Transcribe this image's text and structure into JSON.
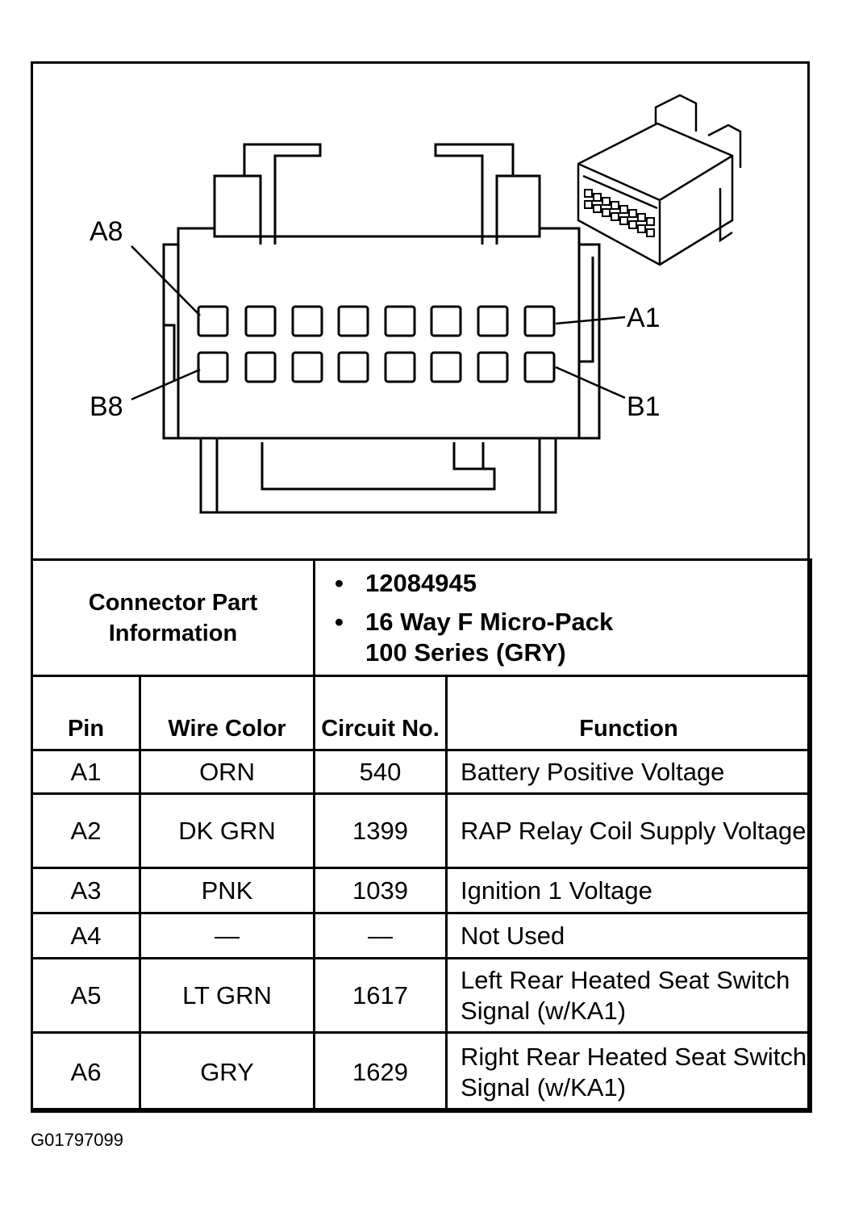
{
  "pin_labels": {
    "a8": "A8",
    "a1": "A1",
    "b8": "B8",
    "b1": "B1"
  },
  "part_info": {
    "label": "Connector Part Information",
    "items": [
      "12084945",
      "16 Way F Micro-Pack 100 Series (GRY)"
    ]
  },
  "table": {
    "headers": {
      "pin": "Pin",
      "wire_color": "Wire Color",
      "circuit_no": "Circuit No.",
      "function": "Function"
    },
    "rows": [
      {
        "pin": "A1",
        "wire_color": "ORN",
        "circuit": "540",
        "function": "Battery Positive Voltage"
      },
      {
        "pin": "A2",
        "wire_color": "DK GRN",
        "circuit": "1399",
        "function": "RAP Relay Coil Supply Voltage"
      },
      {
        "pin": "A3",
        "wire_color": "PNK",
        "circuit": "1039",
        "function": "Ignition 1 Voltage"
      },
      {
        "pin": "A4",
        "wire_color": "—",
        "circuit": "—",
        "function": "Not Used"
      },
      {
        "pin": "A5",
        "wire_color": "LT GRN",
        "circuit": "1617",
        "function": "Left Rear Heated Seat Switch Signal (w/KA1)"
      },
      {
        "pin": "A6",
        "wire_color": "GRY",
        "circuit": "1629",
        "function": "Right Rear Heated Seat Switch Signal (w/KA1)"
      }
    ]
  },
  "figure_id": "G01797099"
}
